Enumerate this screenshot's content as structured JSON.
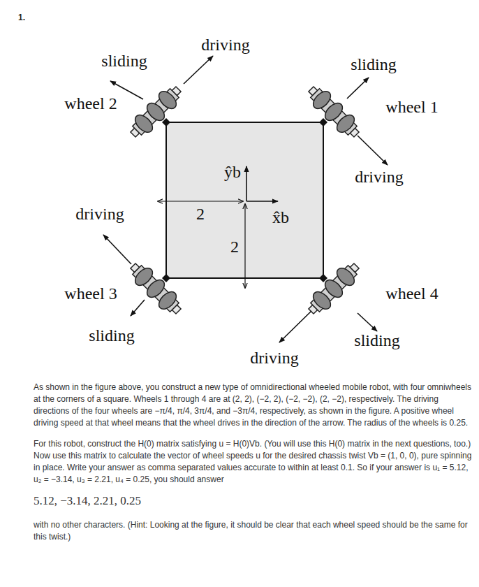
{
  "diagram": {
    "title": "1.",
    "labels": [
      "sliding",
      "driving",
      "wheel 2",
      "sliding",
      "wheel 1",
      "driving",
      "ŷb",
      "x̂b",
      "2",
      "2",
      "driving",
      "wheel 3",
      "sliding",
      "wheel 4",
      "sliding",
      "driving",
      "As shown in the figure above, you construct a new type of omnidirectional wheeled mobile robot, with four omniwheels at the corners of a square. Wheels 1 through 4 are at (2, 2), (−2, 2), (−2, −2), (2, −2), respectively. The driving directions of the four wheels are −π/4, π/4, 3π/4, and −3π/4, respectively, as shown in the figure. A positive wheel driving speed at that wheel means that the wheel drives in the direction of the arrow. The radius of the wheels is 0.25.",
      "For this robot, construct the H(0) matrix satisfying u = H(0)Vb. (You will use this H(0) matrix in the next questions, too.) Now use this matrix to calculate the vector of wheel speeds u for the desired chassis twist Vb = (1, 0, 0), pure spinning in place. Write your answer as comma separated values accurate to within at least 0.1. So if your answer is u₁ = 5.12, u₂ = −3.14, u₃ = 2.21, u₄ = 0.25, you should answer",
      "5.12, −3.14, 2.21, 0.25",
      "with no other characters. (Hint: Looking at the figure, it should be clear that each wheel speed should be the same for this twist.)"
    ]
  }
}
